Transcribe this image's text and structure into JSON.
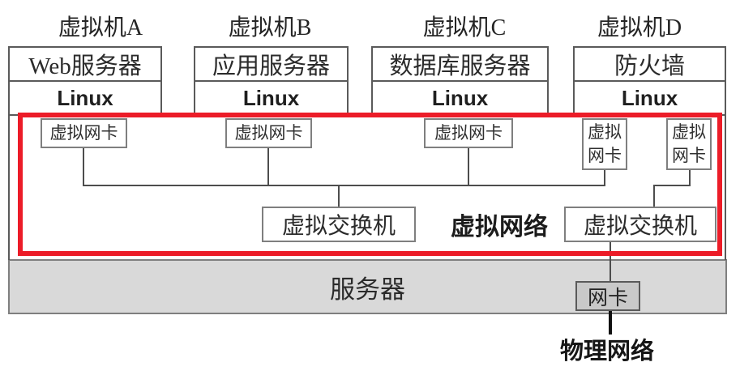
{
  "vms": [
    {
      "name": "虚拟机A",
      "service": "Web服务器",
      "os": "Linux"
    },
    {
      "name": "虚拟机B",
      "service": "应用服务器",
      "os": "Linux"
    },
    {
      "name": "虚拟机C",
      "service": "数据库服务器",
      "os": "Linux"
    },
    {
      "name": "虚拟机D",
      "service": "防火墙",
      "os": "Linux"
    }
  ],
  "virtual_nic_label": "虚拟网卡",
  "virtual_switches": [
    "虚拟交换机",
    "虚拟交换机"
  ],
  "virtual_network_label": "虚拟网络",
  "server_label": "服务器",
  "physical_nic_label": "网卡",
  "physical_network_label": "物理网络",
  "colors": {
    "highlight_border": "#ec1c28",
    "server_bar_fill": "#d9d9d9",
    "physical_nic_fill": "#c9c9c9",
    "connector_line": "#4d4d4d"
  }
}
